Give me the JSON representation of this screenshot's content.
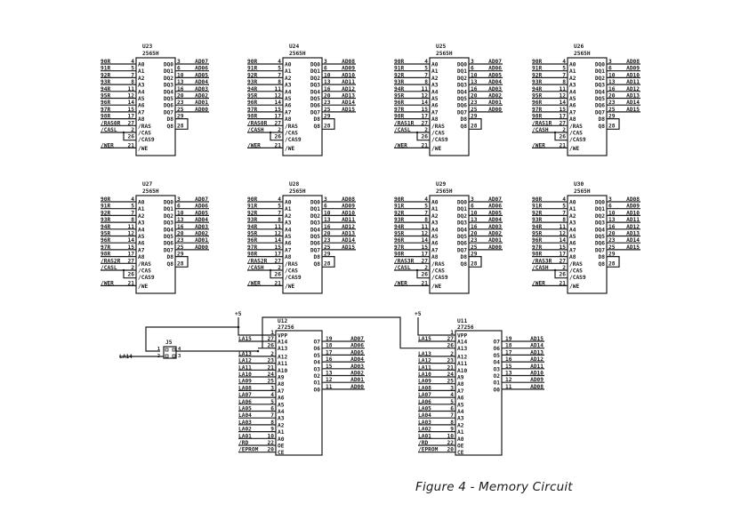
{
  "figure": {
    "caption": "Figure 4 - Memory Circuit"
  },
  "power_label": "+5",
  "dram": {
    "part": "2565H",
    "address_pins": [
      {
        "pin": "A0",
        "num": "4"
      },
      {
        "pin": "A1",
        "num": "5"
      },
      {
        "pin": "A2",
        "num": "7"
      },
      {
        "pin": "A3",
        "num": "8"
      },
      {
        "pin": "A4",
        "num": "11"
      },
      {
        "pin": "A5",
        "num": "12"
      },
      {
        "pin": "A6",
        "num": "14"
      },
      {
        "pin": "A7",
        "num": "15"
      },
      {
        "pin": "A8",
        "num": "17"
      }
    ],
    "address_nets": [
      "90R",
      "91R",
      "92R",
      "93R",
      "94R",
      "95R",
      "96R",
      "97R",
      "98R"
    ],
    "control_pins": [
      {
        "pin": "/RAS",
        "num": "27"
      },
      {
        "pin": "/CAS",
        "num": "2"
      },
      {
        "pin": "/CAS9",
        "num": "26"
      },
      {
        "pin": "/WE",
        "num": "21"
      }
    ],
    "data_pins": [
      {
        "pin": "DQ0",
        "num": "3"
      },
      {
        "pin": "DQ1",
        "num": "6"
      },
      {
        "pin": "DQ2",
        "num": "10"
      },
      {
        "pin": "DQ3",
        "num": "13"
      },
      {
        "pin": "DQ4",
        "num": "16"
      },
      {
        "pin": "DQ5",
        "num": "20"
      },
      {
        "pin": "DQ6",
        "num": "23"
      },
      {
        "pin": "DQ7",
        "num": "25"
      }
    ],
    "d8": {
      "pin": "D8",
      "num": "29"
    },
    "q8": {
      "pin": "Q8",
      "num": "28"
    },
    "chips": [
      {
        "ref": "U23",
        "ras": "/RAS0R",
        "cas": "/CASL",
        "we": "/WER",
        "data": [
          "AD07",
          "AD06",
          "AD05",
          "AD04",
          "AD03",
          "AD02",
          "AD01",
          "AD00"
        ]
      },
      {
        "ref": "U24",
        "ras": "/RAS0R",
        "cas": "/CASH",
        "we": "/WER",
        "data": [
          "AD08",
          "AD09",
          "AD10",
          "AD11",
          "AD12",
          "AD13",
          "AD14",
          "AD15"
        ]
      },
      {
        "ref": "U25",
        "ras": "/RAS1R",
        "cas": "/CASL",
        "we": "/WER",
        "data": [
          "AD07",
          "AD06",
          "AD05",
          "AD04",
          "AD03",
          "AD02",
          "AD01",
          "AD00"
        ]
      },
      {
        "ref": "U26",
        "ras": "/RAS1R",
        "cas": "/CASH",
        "we": "/WER",
        "data": [
          "AD08",
          "AD09",
          "AD10",
          "AD11",
          "AD12",
          "AD13",
          "AD14",
          "AD15"
        ]
      },
      {
        "ref": "U27",
        "ras": "/RAS2R",
        "cas": "/CASL",
        "we": "/WER",
        "data": [
          "AD07",
          "AD06",
          "AD05",
          "AD04",
          "AD03",
          "AD02",
          "AD01",
          "AD00"
        ]
      },
      {
        "ref": "U28",
        "ras": "/RAS2R",
        "cas": "/CASH",
        "we": "/WER",
        "data": [
          "AD08",
          "AD09",
          "AD10",
          "AD11",
          "AD12",
          "AD13",
          "AD14",
          "AD15"
        ]
      },
      {
        "ref": "U29",
        "ras": "/RAS3R",
        "cas": "/CASL",
        "we": "/WER",
        "data": [
          "AD07",
          "AD06",
          "AD05",
          "AD04",
          "AD03",
          "AD02",
          "AD01",
          "AD00"
        ]
      },
      {
        "ref": "U30",
        "ras": "/RAS3R",
        "cas": "/CASH",
        "we": "/WER",
        "data": [
          "AD08",
          "AD09",
          "AD10",
          "AD11",
          "AD12",
          "AD13",
          "AD14",
          "AD15"
        ]
      }
    ]
  },
  "eprom": {
    "part": "27256",
    "vpp": {
      "pin": "VPP",
      "num": "1"
    },
    "left_pins": [
      {
        "pin": "A14",
        "num": "27",
        "net": "LA15"
      },
      {
        "pin": "A13",
        "num": "26",
        "net": ""
      },
      {
        "pin": "A12",
        "num": "2",
        "net": "LA13"
      },
      {
        "pin": "A11",
        "num": "23",
        "net": "LA12"
      },
      {
        "pin": "A10",
        "num": "21",
        "net": "LA11"
      },
      {
        "pin": "A9",
        "num": "24",
        "net": "LA10"
      },
      {
        "pin": "A8",
        "num": "25",
        "net": "LA09"
      },
      {
        "pin": "A7",
        "num": "3",
        "net": "LA08"
      },
      {
        "pin": "A6",
        "num": "4",
        "net": "LA07"
      },
      {
        "pin": "A5",
        "num": "5",
        "net": "LA06"
      },
      {
        "pin": "A4",
        "num": "6",
        "net": "LA05"
      },
      {
        "pin": "A3",
        "num": "7",
        "net": "LA04"
      },
      {
        "pin": "A2",
        "num": "8",
        "net": "LA03"
      },
      {
        "pin": "A1",
        "num": "9",
        "net": "LA02"
      },
      {
        "pin": "A0",
        "num": "10",
        "net": "LA01"
      },
      {
        "pin": "OE",
        "num": "22",
        "net": "/RD"
      },
      {
        "pin": "CE",
        "num": "20",
        "net": "/EPROM"
      }
    ],
    "out_pins": [
      {
        "pin": "O7",
        "num": "19"
      },
      {
        "pin": "O6",
        "num": "18"
      },
      {
        "pin": "O5",
        "num": "17"
      },
      {
        "pin": "O4",
        "num": "16"
      },
      {
        "pin": "O3",
        "num": "15"
      },
      {
        "pin": "O2",
        "num": "13"
      },
      {
        "pin": "O1",
        "num": "12"
      },
      {
        "pin": "O0",
        "num": "11"
      }
    ],
    "chips": [
      {
        "ref": "U12",
        "data": [
          "AD07",
          "AD06",
          "AD05",
          "AD04",
          "AD03",
          "AD02",
          "AD01",
          "AD00"
        ]
      },
      {
        "ref": "U11",
        "data": [
          "AD15",
          "AD14",
          "AD13",
          "AD12",
          "AD11",
          "AD10",
          "AD09",
          "AD08"
        ]
      }
    ]
  },
  "jumper": {
    "ref": "J5",
    "pins": [
      "1",
      "2",
      "3",
      "4"
    ],
    "input_net": "LA14"
  }
}
